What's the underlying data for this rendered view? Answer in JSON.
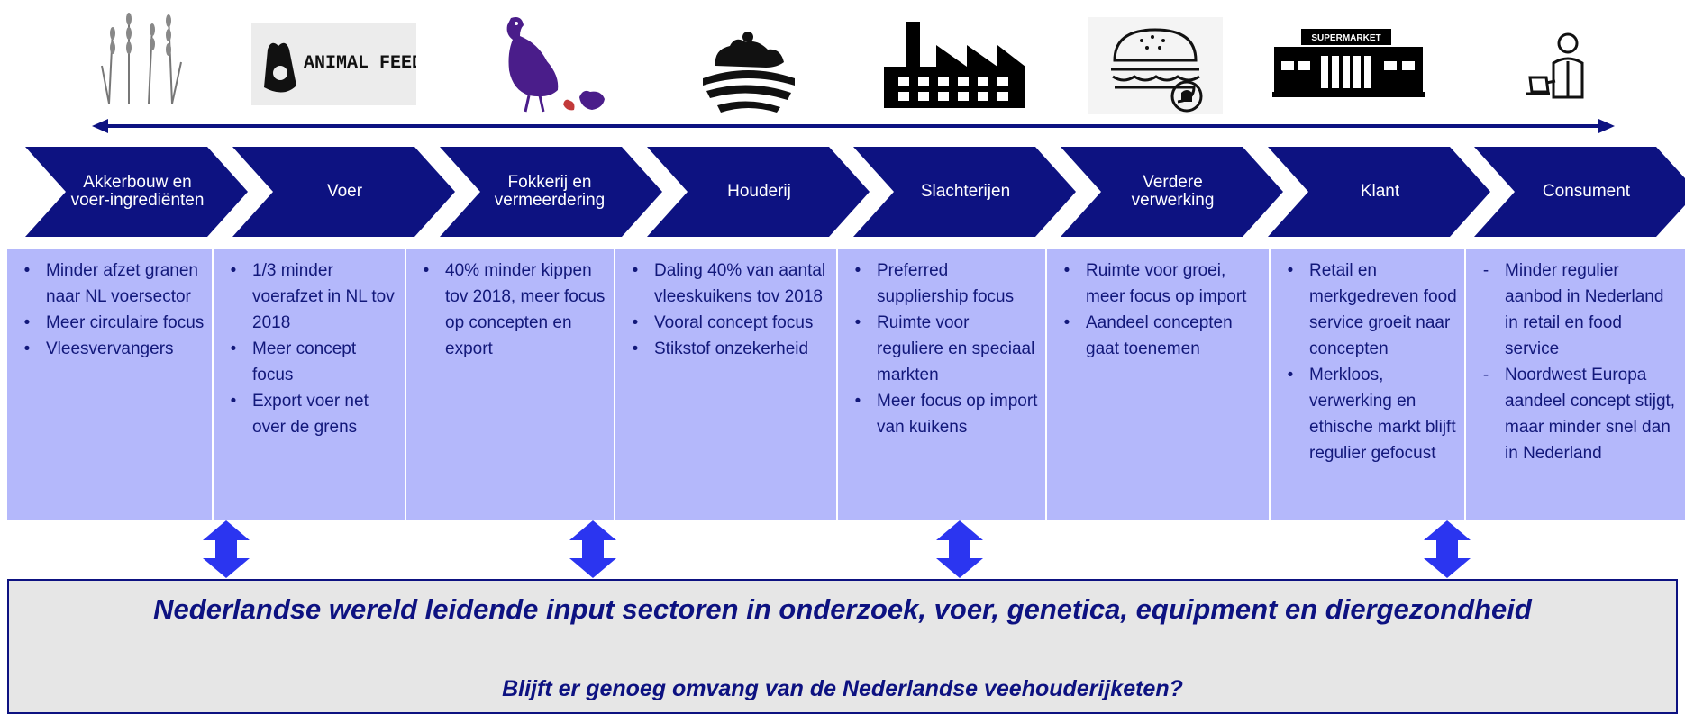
{
  "icons": [
    {
      "name": "wheat-icon",
      "text": ""
    },
    {
      "name": "animal-feed-icon",
      "text": "ANIMAL FEED"
    },
    {
      "name": "chicken-breeding-icon",
      "text": ""
    },
    {
      "name": "chicken-farm-icon",
      "text": ""
    },
    {
      "name": "factory-icon",
      "text": ""
    },
    {
      "name": "burger-icon",
      "text": ""
    },
    {
      "name": "supermarket-icon",
      "text": "SUPERMARKET"
    },
    {
      "name": "consumer-icon",
      "text": ""
    }
  ],
  "stages": [
    {
      "label": "Akkerbouw en voer-ingrediënten",
      "marker": "•",
      "items": [
        "Minder afzet granen naar NL voersector",
        "Meer circulaire focus",
        "Vleesvervangers"
      ]
    },
    {
      "label": "Voer",
      "marker": "•",
      "items": [
        "1/3 minder voerafzet in NL tov 2018",
        "Meer concept focus",
        "Export voer net over de grens"
      ]
    },
    {
      "label": "Fokkerij en vermeerdering",
      "marker": "•",
      "items": [
        "40% minder kippen tov 2018, meer focus op concepten en export"
      ]
    },
    {
      "label": "Houderij",
      "marker": "•",
      "items": [
        "Daling 40% van aantal vleeskuikens tov 2018",
        "Vooral concept focus",
        "Stikstof onzekerheid"
      ]
    },
    {
      "label": "Slachterijen",
      "marker": "•",
      "items": [
        "Preferred suppliership focus",
        "Ruimte voor reguliere en speciaal markten",
        "Meer focus op import van kuikens"
      ]
    },
    {
      "label": "Verdere verwerking",
      "marker": "•",
      "items": [
        "Ruimte voor groei, meer focus op import",
        "Aandeel concepten gaat toenemen"
      ]
    },
    {
      "label": "Klant",
      "marker": "•",
      "items": [
        "Retail en merkgedreven food service groeit naar concepten",
        "Merkloos, verwerking en ethische markt blijft regulier gefocust"
      ]
    },
    {
      "label": "Consument",
      "marker": "-",
      "items": [
        "Minder regulier aanbod in Nederland in retail en food service",
        "Noordwest Europa aandeel concept stijgt, maar minder snel dan in Nederland"
      ]
    }
  ],
  "bottom": {
    "title": "Nederlandse wereld leidende input sectoren in onderzoek, voer, genetica, equipment en diergezondheid",
    "question": "Blijft er genoeg omvang van de Nederlandse veehouderijketen?"
  },
  "colors": {
    "navy": "#0d1281",
    "box": "#b4b8fb",
    "panel": "#e6e6e6",
    "arrow": "#2b35f0",
    "purple": "#4a1d8a"
  }
}
